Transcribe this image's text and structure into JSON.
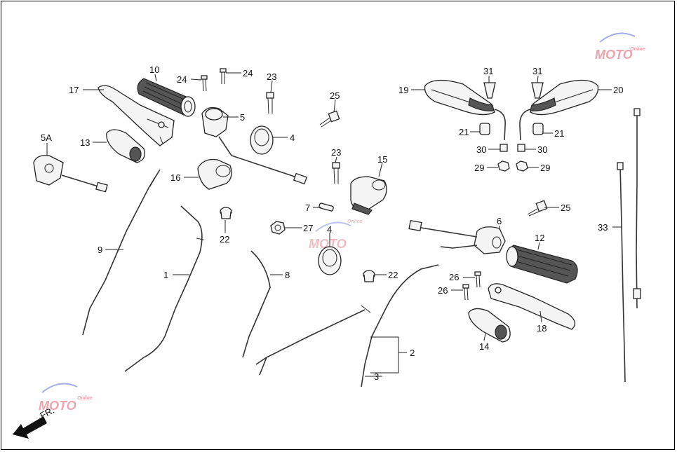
{
  "callouts": {
    "c10": "10",
    "c24a": "24",
    "c24b": "24",
    "c23a": "23",
    "c25a": "25",
    "c17": "17",
    "c5": "5",
    "c4a": "4",
    "c13": "13",
    "c5A": "5A",
    "c16": "16",
    "c23b": "23",
    "c15": "15",
    "c7": "7",
    "c27": "27",
    "c22a": "22",
    "c4b": "4",
    "c9": "9",
    "c1": "1",
    "c8": "8",
    "c22b": "22",
    "c19": "19",
    "c31a": "31",
    "c31b": "31",
    "c20": "20",
    "c21a": "21",
    "c21b": "21",
    "c30a": "30",
    "c30b": "30",
    "c29a": "29",
    "c29b": "29",
    "c25b": "25",
    "c33": "33",
    "c6": "6",
    "c12": "12",
    "c26a": "26",
    "c26b": "26",
    "c18": "18",
    "c14": "14",
    "c2": "2",
    "c3": "3"
  },
  "direction_label": "FR.",
  "watermark": {
    "text": "MOTO",
    "tagline": "Online",
    "color": "#e05a6b",
    "accent": "#5a6ad8"
  }
}
